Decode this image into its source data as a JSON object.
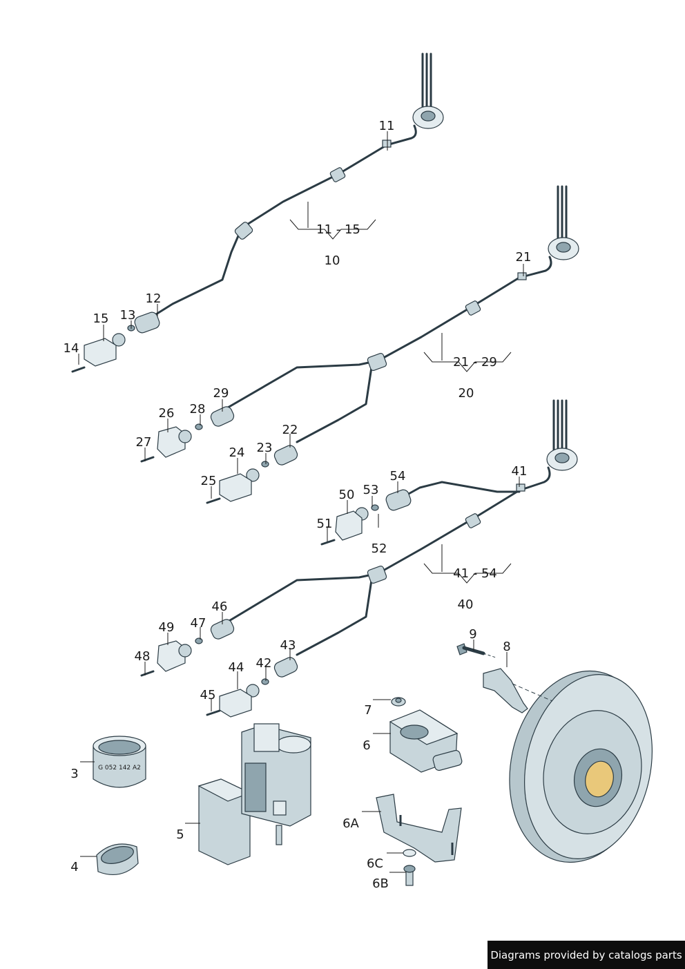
{
  "labels": {
    "p11": "11",
    "r10": "11 - 15",
    "g10": "10",
    "p12": "12",
    "p13": "13",
    "p14": "14",
    "p15": "15",
    "p21": "21",
    "r20": "21 - 29",
    "g20": "20",
    "p22": "22",
    "p23": "23",
    "p24": "24",
    "p25": "25",
    "p26": "26",
    "p27": "27",
    "p28": "28",
    "p29": "29",
    "p41": "41",
    "r40": "41 - 54",
    "g40": "40",
    "p42": "42",
    "p43": "43",
    "p44": "44",
    "p45": "45",
    "p46": "46",
    "p47": "47",
    "p48": "48",
    "p49": "49",
    "p50": "50",
    "p51": "51",
    "p52": "52",
    "p53": "53",
    "p54": "54",
    "p3": "3",
    "p4": "4",
    "p5": "5",
    "p6": "6",
    "p6A": "6A",
    "p6B": "6B",
    "p6C": "6C",
    "p7": "7",
    "p8": "8",
    "p9": "9"
  },
  "part_marking": "G 052 142 A2",
  "footer": {
    "credit": "Diagrams provided by catalogs parts"
  }
}
